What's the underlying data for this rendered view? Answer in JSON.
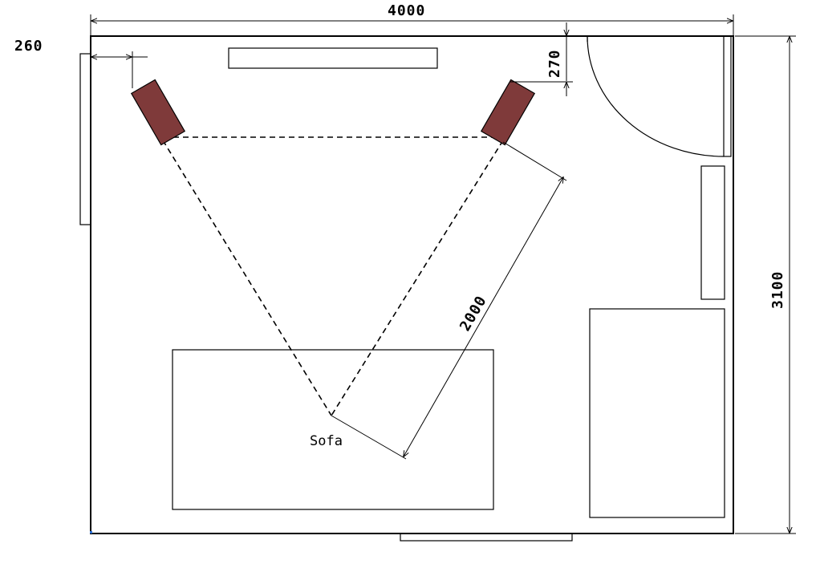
{
  "colors": {
    "speaker": "#7f3a3a",
    "line": "#000000",
    "background": "#ffffff"
  },
  "dimensions": {
    "room_width": "4000",
    "room_depth": "3100",
    "speaker_side_offset": "260",
    "speaker_front_offset": "270",
    "listening_distance": "2000"
  },
  "labels": {
    "sofa": "Sofa"
  }
}
